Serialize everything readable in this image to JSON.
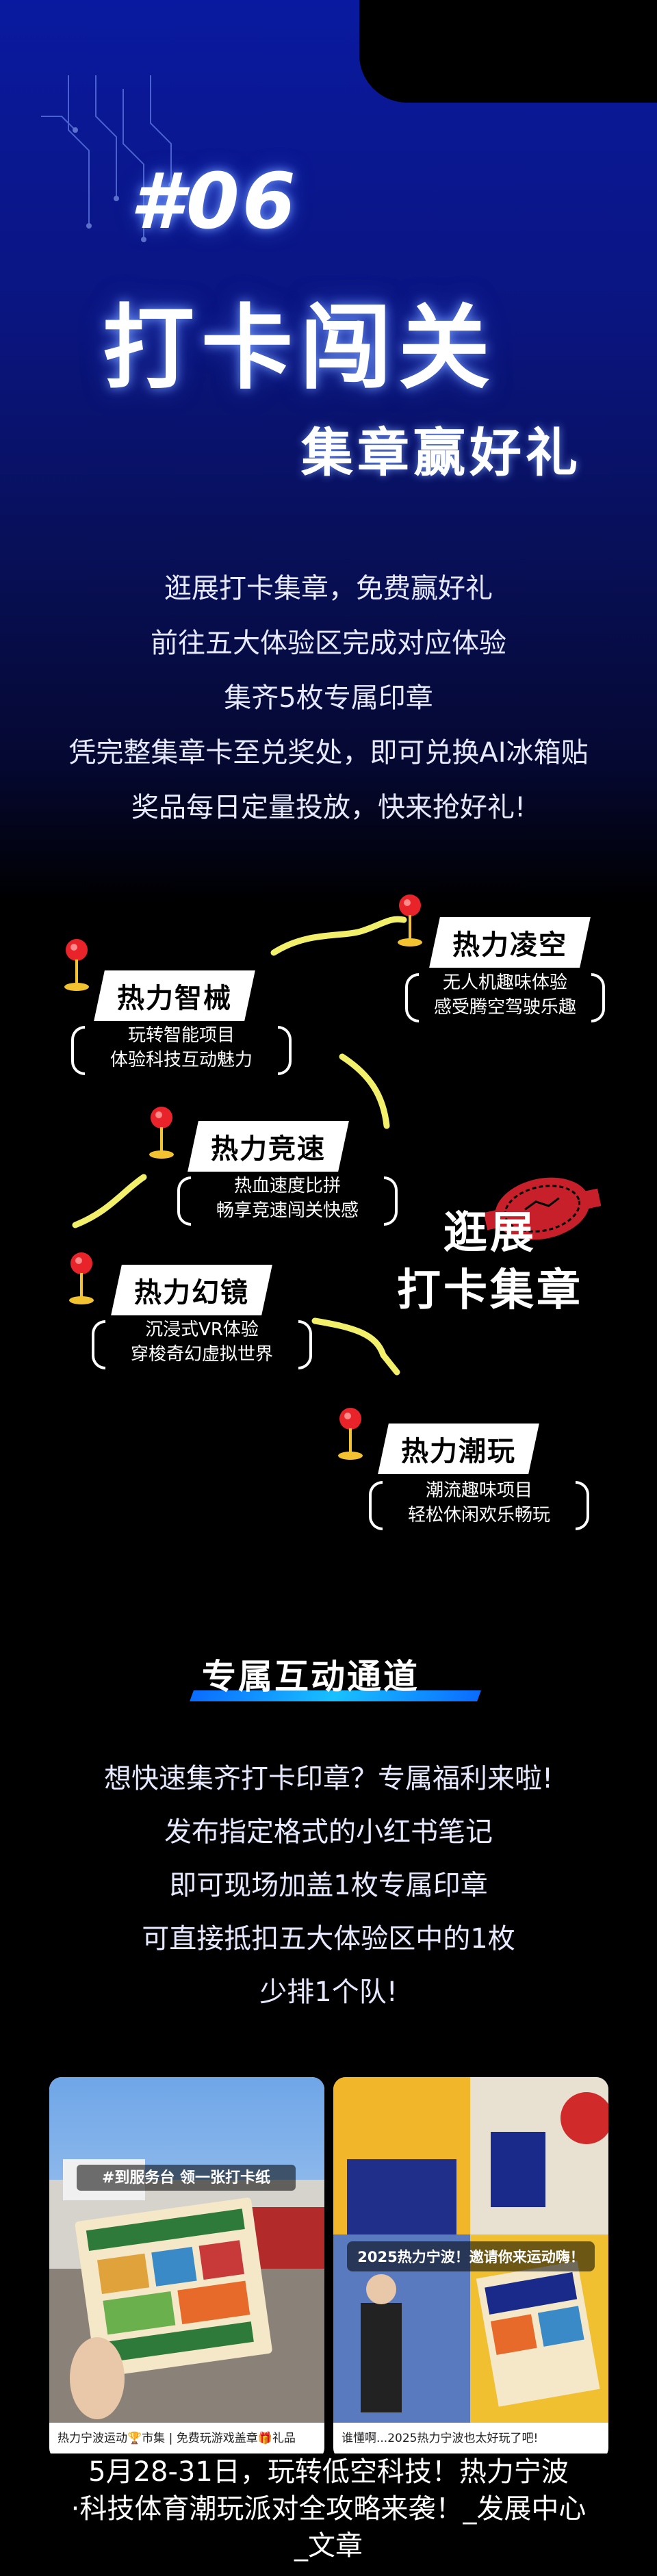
{
  "hero": {
    "number": "#06",
    "title": "打卡闯关",
    "subtitle": "集章赢好礼"
  },
  "intro": {
    "lines": [
      "逛展打卡集章，免费赢好礼",
      "前往五大体验区完成对应体验",
      "集齐5枚专属印章",
      "凭完整集章卡至兑奖处，即可兑换AI冰箱贴",
      "奖品每日定量投放，快来抢好礼!"
    ]
  },
  "zones": [
    {
      "name": "热力凌空",
      "desc1": "无人机趣味体验",
      "desc2": "感受腾空驾驶乐趣"
    },
    {
      "name": "热力智械",
      "desc1": "玩转智能项目",
      "desc2": "体验科技互动魅力"
    },
    {
      "name": "热力竞速",
      "desc1": "热血速度比拼",
      "desc2": "畅享竞速闯关快感"
    },
    {
      "name": "热力幻镜",
      "desc1": "沉浸式VR体验",
      "desc2": "穿梭奇幻虚拟世界"
    },
    {
      "name": "热力潮玩",
      "desc1": "潮流趣味项目",
      "desc2": "轻松休闲欢乐畅玩"
    }
  ],
  "stamp": {
    "line1": "逛展",
    "line2": "打卡集章"
  },
  "channel": {
    "title": "专属互动通道",
    "lines": [
      "想快速集齐打卡印章？专属福利来啦!",
      "发布指定格式的小红书笔记",
      "即可现场加盖1枚专属印章",
      "可直接抵扣五大体验区中的1枚",
      "少排1个队!"
    ]
  },
  "cards": [
    {
      "overlay": "#到服务台 领一张打卡纸",
      "caption": "热力宁波运动🏆市集 | 免费玩游戏盖章🎁礼品"
    },
    {
      "overlay": "2025热力宁波！邀请你来运动嗨！",
      "caption": "谁懂啊...2025热力宁波也太好玩了吧!"
    }
  ],
  "caption": {
    "line1": "5月28-31日，玩转低空科技！热力宁波",
    "line2": "·科技体育潮玩派对全攻略来袭！_发展中心",
    "line3": "_文章"
  },
  "colors": {
    "accent_blue": "#0a6cff",
    "pin_red": "#e8232a",
    "path_yellow": "#f2f06a",
    "stamp_red": "#c8202a"
  }
}
